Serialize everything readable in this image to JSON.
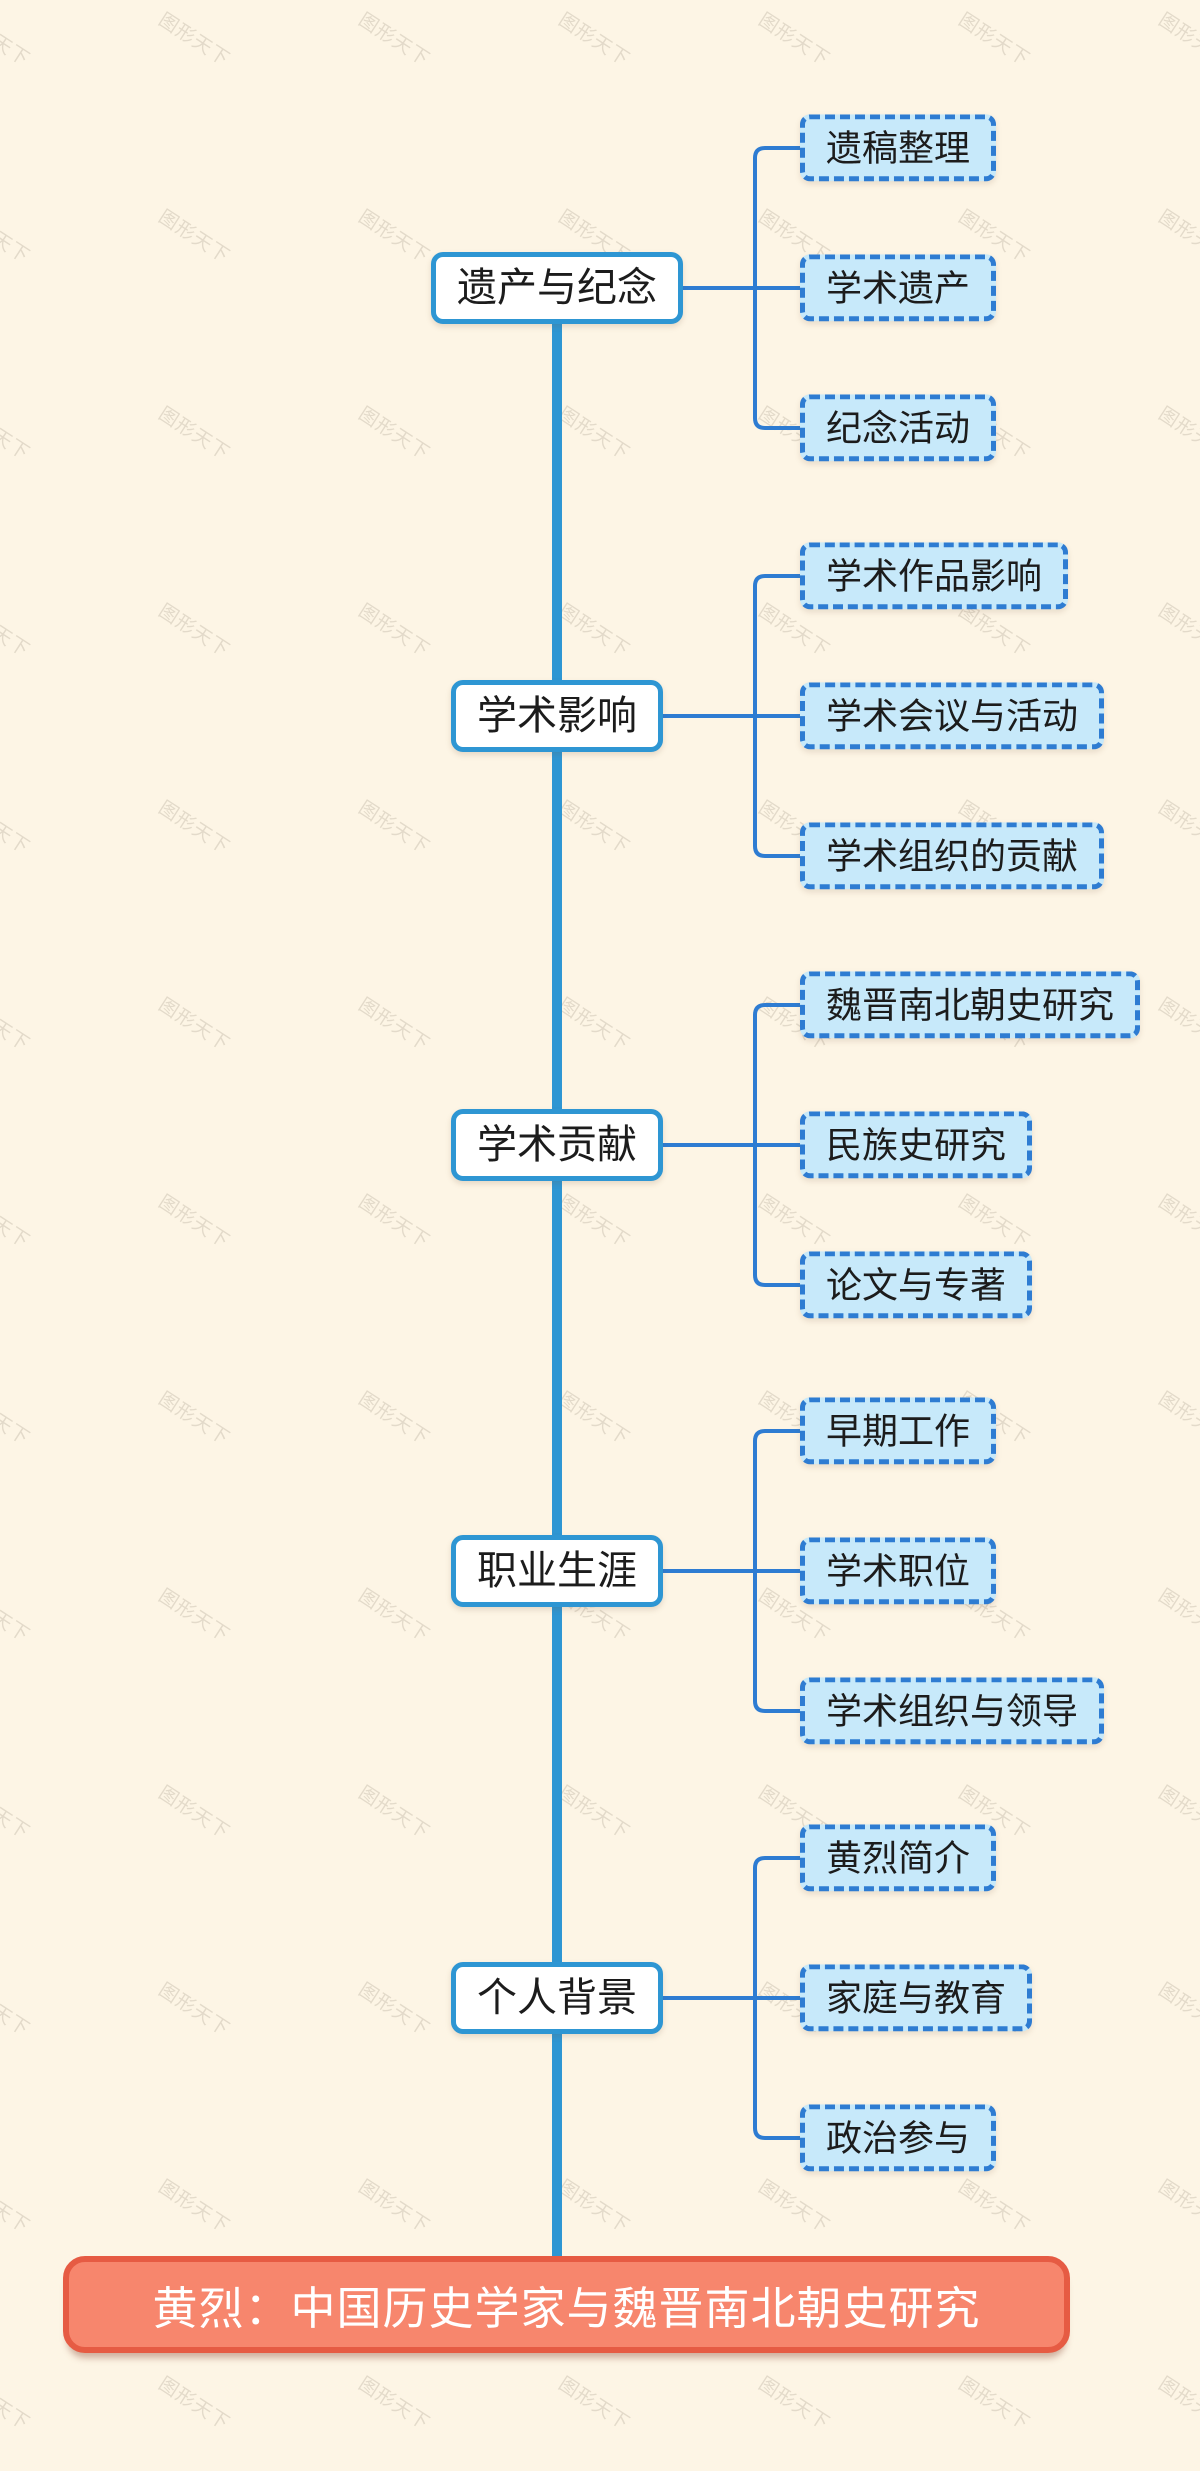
{
  "root": {
    "label": "黄烈：中国历史学家与魏晋南北朝史研究"
  },
  "branches": [
    {
      "label": "遗产与纪念",
      "children": [
        "遗稿整理",
        "学术遗产",
        "纪念活动"
      ]
    },
    {
      "label": "学术影响",
      "children": [
        "学术作品影响",
        "学术会议与活动",
        "学术组织的贡献"
      ]
    },
    {
      "label": "学术贡献",
      "children": [
        "魏晋南北朝史研究",
        "民族史研究",
        "论文与专著"
      ]
    },
    {
      "label": "职业生涯",
      "children": [
        "早期工作",
        "学术职位",
        "学术组织与领导"
      ]
    },
    {
      "label": "个人背景",
      "children": [
        "黄烈简介",
        "家庭与教育",
        "政治参与"
      ]
    }
  ],
  "watermark": {
    "text": "图形天下"
  },
  "colors": {
    "background": "#FDF5E5",
    "trunk_blue": "#2E96D3",
    "connector_blue": "#2E7CD2",
    "child_fill": "#C7E9FA",
    "parent_fill": "#FFFFFF",
    "node_text": "#1C1C1C",
    "root_fill": "#F7866D",
    "root_border": "#E65B43",
    "root_text": "#FFFFFF",
    "watermark_color": "#8A806C"
  }
}
